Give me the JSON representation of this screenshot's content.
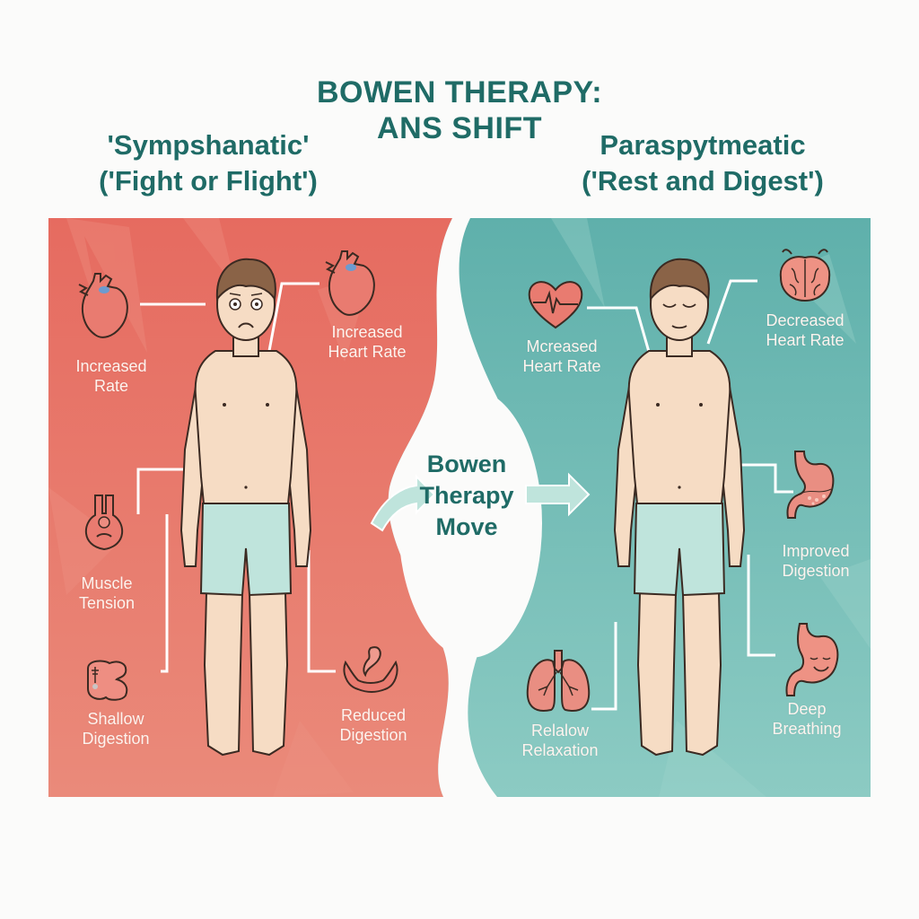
{
  "title": {
    "line1": "BOWEN THERAPY:",
    "line2": "ANS SHIFT"
  },
  "left_header": {
    "line1": "'Sympshanatic'",
    "line2": "('Fight or Flight')"
  },
  "right_header": {
    "line1": "Paraspytmeatic",
    "line2": "('Rest and Digest')"
  },
  "center": {
    "line1": "Bowen",
    "line2": "Therapy",
    "line3": "Move"
  },
  "left_labels": [
    {
      "icon": "heart-icon",
      "line1": "Increased",
      "line2": "Rate"
    },
    {
      "icon": "heart-icon",
      "line1": "Increased",
      "line2": "Heart Rate"
    },
    {
      "icon": "bladder-icon",
      "line1": "Muscle",
      "line2": "Tension"
    },
    {
      "icon": "intestine-icon",
      "line1": "Shallow",
      "line2": "Digestion"
    },
    {
      "icon": "digestive-organ-icon",
      "line1": "Reduced",
      "line2": "Digestion"
    }
  ],
  "right_labels": [
    {
      "icon": "heart-pulse-icon",
      "line1": "Mcreased",
      "line2": "Heart Rate"
    },
    {
      "icon": "brain-icon",
      "line1": "Decreased",
      "line2": "Heart Rate"
    },
    {
      "icon": "stomach-icon",
      "line1": "Improved",
      "line2": "Digestion"
    },
    {
      "icon": "lungs-icon",
      "line1": "Relalow",
      "line2": "Relaxation"
    },
    {
      "icon": "smiling-stomach-icon",
      "line1": "Deep",
      "line2": "Breathing"
    }
  ],
  "colors": {
    "sympathetic_bg": "#e4756a",
    "parasympathetic_bg": "#6fb9b2",
    "title_teal": "#1f6b66",
    "skin": "#f6dcc4",
    "shorts": "#bfe4dc",
    "hair": "#8a6347"
  }
}
